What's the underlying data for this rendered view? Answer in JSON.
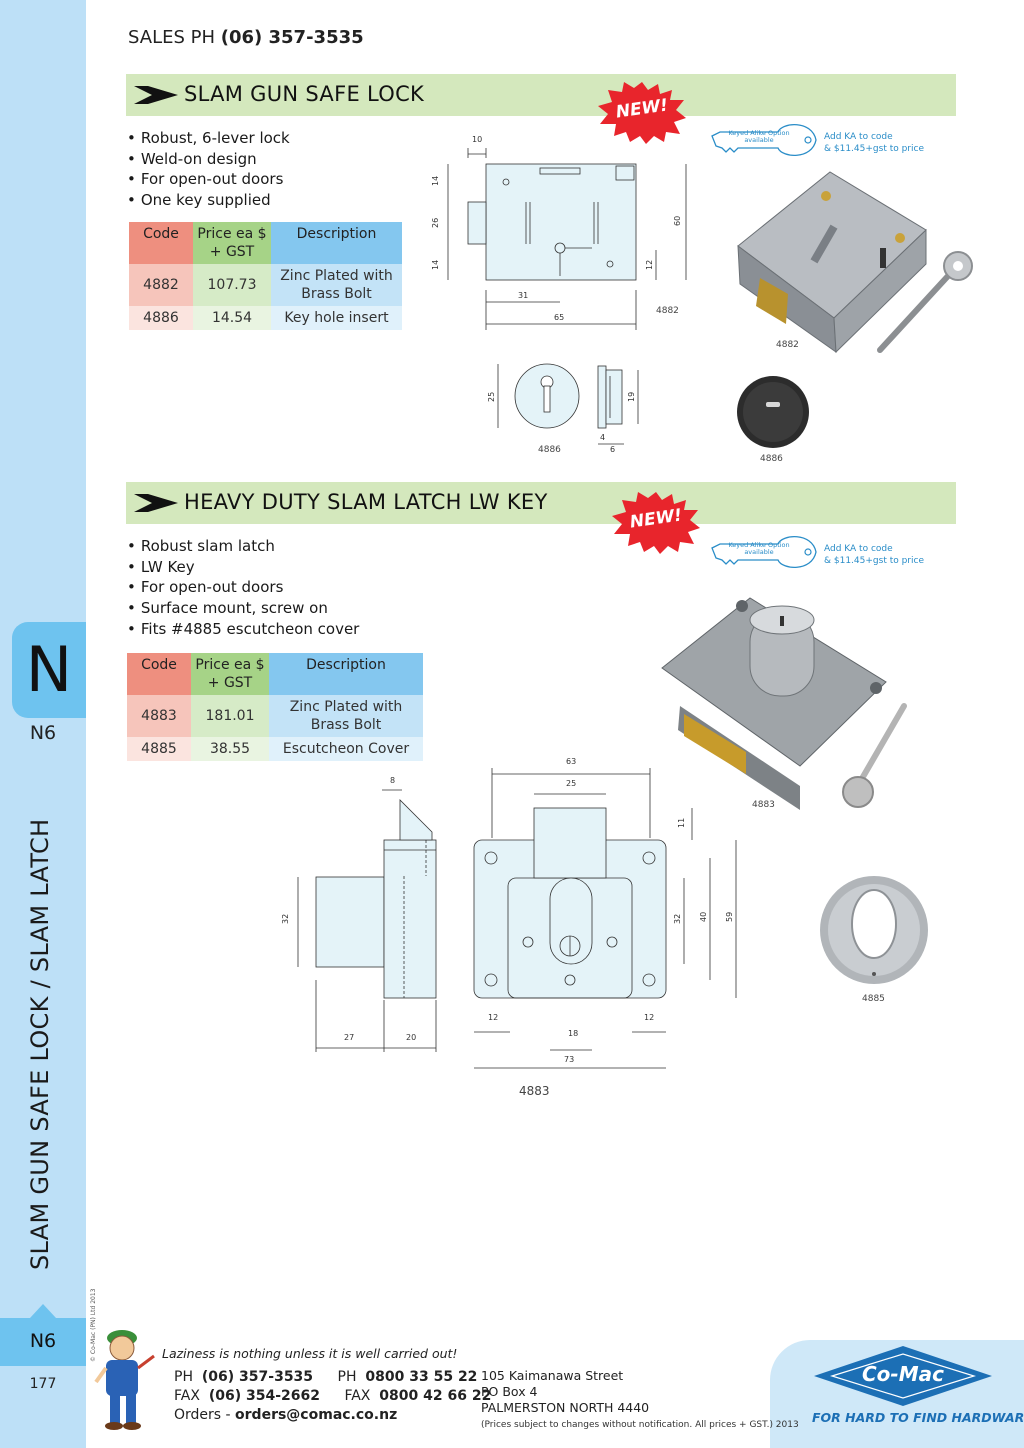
{
  "header": {
    "sales_label": "SALES  PH ",
    "sales_phone": "(06) 357-3535"
  },
  "sidebar": {
    "letter": "N",
    "subcode": "N6",
    "vertical_title": "SLAM GUN SAFE LOCK / SLAM LATCH",
    "footer_code": "N6",
    "page_number": "177",
    "copyright": "© Co-Mac (PN) Ltd 2013"
  },
  "colors": {
    "sidebar": "#bde0f7",
    "tab": "#6ec3ef",
    "section_bar": "#d4e8bd",
    "new_badge": "#e8252c",
    "key_alike": "#2a8dc8",
    "logo": "#1c6fb5"
  },
  "icons": {
    "section_arrow": "chevron-arrow-icon",
    "new_badge": "starburst-icon",
    "key_alike": "key-outline-icon",
    "mascot": "plumber-mascot-icon",
    "logo": "diamond-logo-icon"
  },
  "section1": {
    "title": "SLAM GUN SAFE LOCK",
    "new_badge": "NEW!",
    "key_alike": {
      "label": "Keyed Alike Option available",
      "line1": "Add KA to code",
      "line2": "& $11.45+gst to price"
    },
    "bullets": [
      "Robust, 6-lever lock",
      "Weld-on design",
      "For open-out doors",
      "One key supplied"
    ],
    "table": {
      "headers": [
        "Code",
        "Price ea $ + GST",
        "Description"
      ],
      "rows": [
        [
          "4882",
          "107.73",
          "Zinc Plated with Brass Bolt"
        ],
        [
          "4886",
          "14.54",
          "Key hole insert"
        ]
      ]
    },
    "drawing": {
      "dims": [
        "10",
        "14",
        "26",
        "14",
        "60",
        "12",
        "31",
        "65",
        "25",
        "19",
        "4",
        "6"
      ],
      "captions": {
        "lock": "4882",
        "insert": "4886",
        "photo_lock": "4882",
        "photo_insert": "4886"
      }
    }
  },
  "section2": {
    "title": "HEAVY DUTY SLAM LATCH LW KEY",
    "new_badge": "NEW!",
    "key_alike": {
      "label": "Keyed Alike Option available",
      "line1": "Add KA to code",
      "line2": "& $11.45+gst to price"
    },
    "bullets": [
      "Robust slam latch",
      "LW Key",
      "For open-out doors",
      "Surface mount, screw on",
      "Fits #4885 escutcheon cover"
    ],
    "table": {
      "headers": [
        "Code",
        "Price ea $ + GST",
        "Description"
      ],
      "rows": [
        [
          "4883",
          "181.01",
          "Zinc Plated with Brass Bolt"
        ],
        [
          "4885",
          "38.55",
          "Escutcheon Cover"
        ]
      ]
    },
    "drawing": {
      "dims": [
        "8",
        "32",
        "27",
        "20",
        "63",
        "25",
        "11",
        "32",
        "40",
        "59",
        "12",
        "18",
        "12",
        "73"
      ],
      "captions": {
        "latch": "4883",
        "photo_latch": "4883",
        "photo_cover": "4885"
      }
    }
  },
  "footer": {
    "tagline": "Laziness is nothing unless it is well carried out!",
    "ph_label": "PH",
    "ph": "(06) 357-3535",
    "ph2_label": "PH",
    "ph2": "0800 33 55 22",
    "fax_label": "FAX",
    "fax": "(06) 354-2662",
    "fax2_label": "FAX",
    "fax2": "0800 42 66 22",
    "orders_label": "Orders - ",
    "orders": "orders@comac.co.nz",
    "address": [
      "105 Kaimanawa Street",
      "PO Box 4",
      "PALMERSTON NORTH 4440"
    ],
    "disclaimer": "(Prices subject to changes without notification.  All prices + GST.)  2013",
    "logo": "Co-Mac",
    "logo_tag": "FOR HARD TO FIND HARDWARE"
  }
}
